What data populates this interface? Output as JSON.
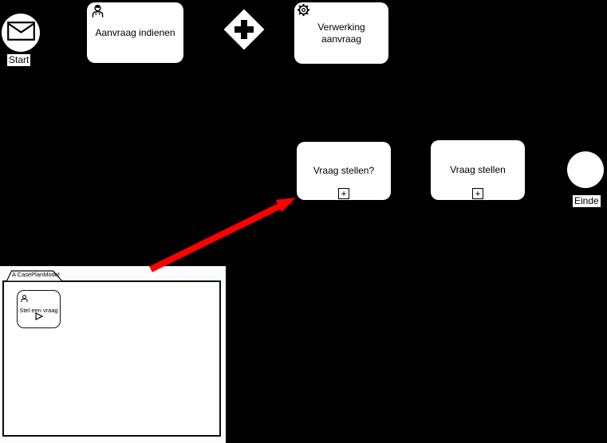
{
  "colors": {
    "background": "#000000",
    "shape_fill": "#ffffff",
    "shape_stroke": "#000000",
    "annotation_arrow": "#ff0000",
    "cmmn_canvas": "#fbfcff"
  },
  "bpmn": {
    "start_event": {
      "label": "Start",
      "icon": "message-envelope-icon"
    },
    "tasks": [
      {
        "label": "Aanvraag indienen",
        "type": "user-task",
        "icon": "user-icon"
      },
      {
        "label": "Verwerking aanvraag",
        "type": "service-task",
        "icon": "gear-icon"
      },
      {
        "label": "Vraag stellen?",
        "type": "collapsed-subprocess",
        "marker": "+"
      },
      {
        "label": "Vraag stellen",
        "type": "collapsed-subprocess",
        "marker": "+"
      }
    ],
    "gateway": {
      "type": "parallel",
      "icon": "plus-icon"
    },
    "end_event": {
      "label": "Einde"
    }
  },
  "cmmn": {
    "case_plan_model": {
      "label": "A CasePlanModel"
    },
    "task": {
      "label": "Stel een vraag",
      "icon": "user-icon",
      "decorator": "manual-activation-play-icon"
    }
  }
}
